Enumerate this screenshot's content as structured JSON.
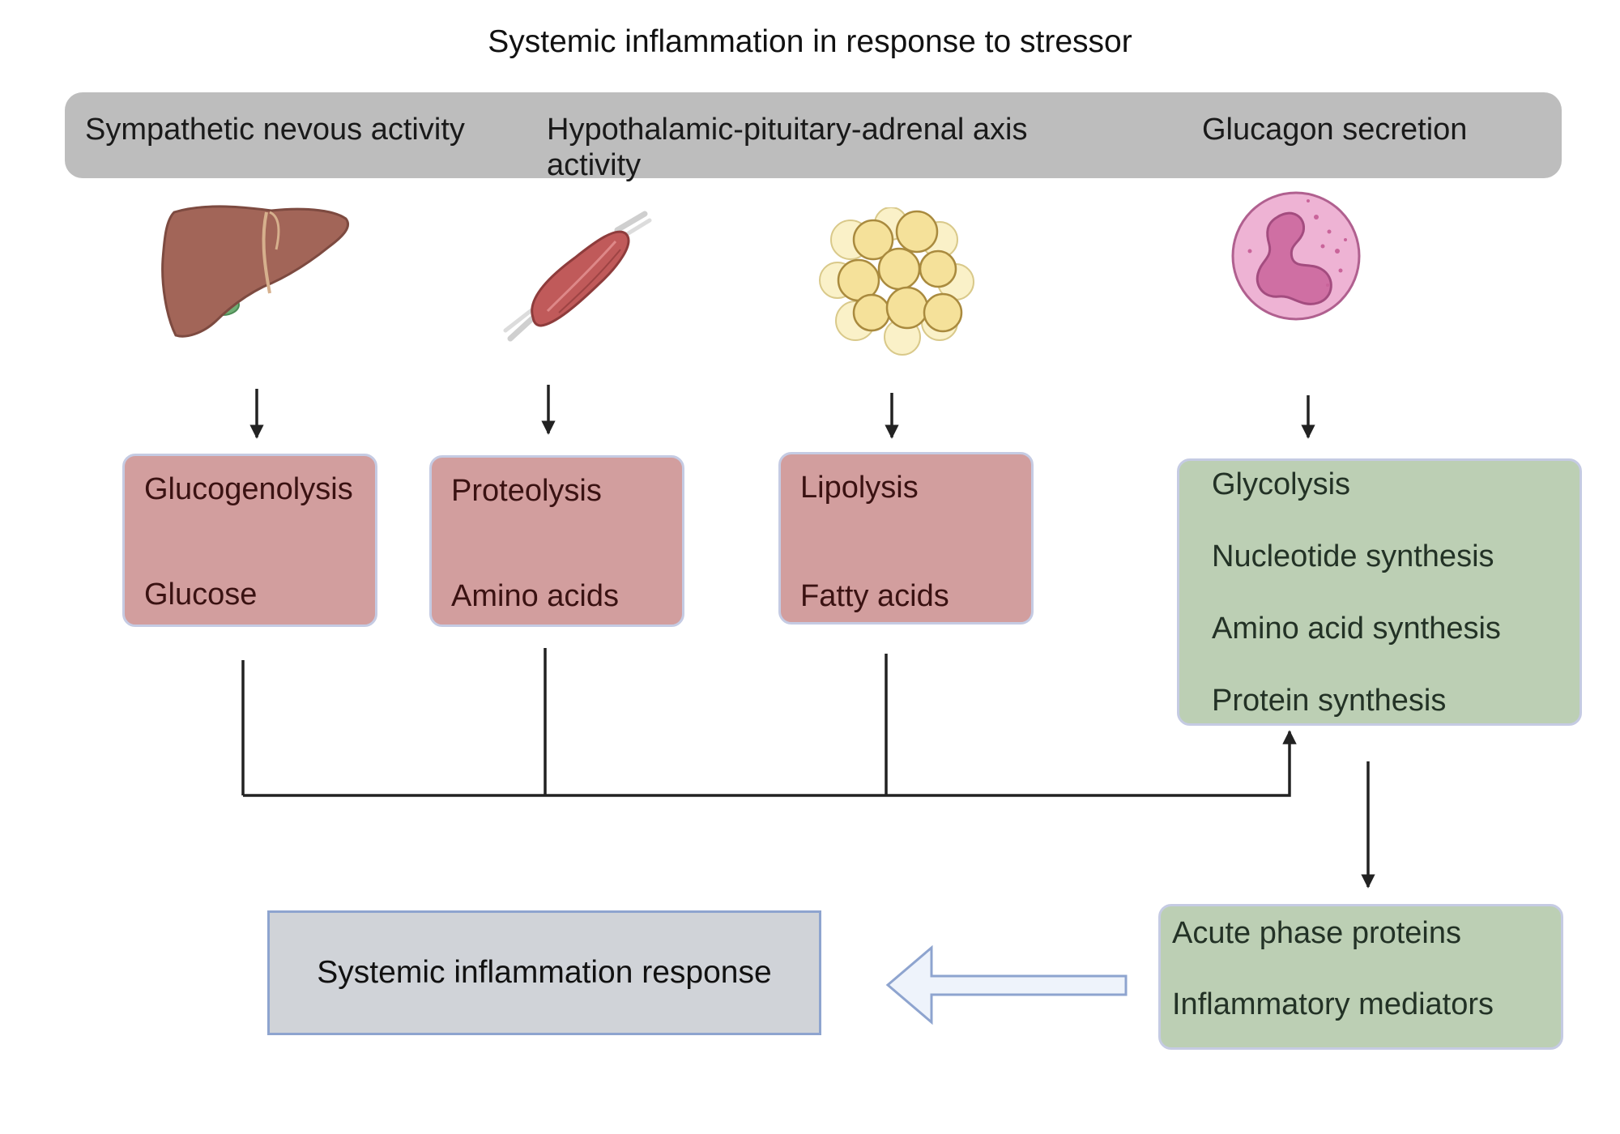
{
  "title": "Systemic inflammation in response to stressor",
  "header": {
    "items": [
      "Sympathetic nevous activity",
      "Hypothalamic-pituitary-adrenal axis activity",
      "Glucagon secretion"
    ]
  },
  "icons": [
    "liver-icon",
    "muscle-icon",
    "adipocytes-icon",
    "neutrophil-icon"
  ],
  "metabolic_boxes": [
    {
      "process": "Glucogenolysis",
      "product": "Glucose"
    },
    {
      "process": "Proteolysis",
      "product": "Amino acids"
    },
    {
      "process": "Lipolysis",
      "product": "Fatty acids"
    }
  ],
  "immune_box": {
    "items": [
      "Glycolysis",
      "Nucleotide synthesis",
      "Amino acid synthesis",
      "Protein synthesis"
    ]
  },
  "output_box": {
    "items": [
      "Acute phase proteins",
      "Inflammatory mediators"
    ]
  },
  "response_box": {
    "label": "Systemic inflammation response"
  },
  "colors": {
    "header_bar": "#bdbdbd",
    "metabolic_box": "#d29e9e",
    "immune_box": "#bccfb4",
    "response_box": "#d0d3d8",
    "box_border": "#c5cbe3",
    "arrow": "#222222",
    "hollow_arrow_stroke": "#8ea4cf",
    "hollow_arrow_fill": "#eef3fb"
  }
}
